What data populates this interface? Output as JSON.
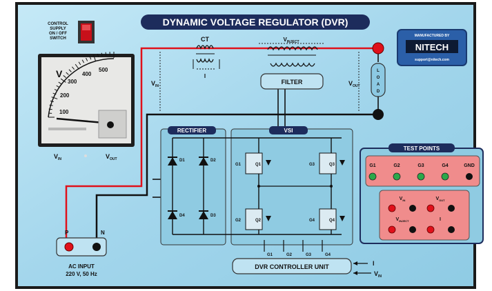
{
  "panel": {
    "title": "DYNAMIC VOLTAGE REGULATOR (DVR)",
    "switch_label": [
      "CONTROL",
      "SUPPLY",
      "ON / OFF",
      "SWITCH"
    ],
    "manufacturer": {
      "line1": "MANUFACTURED BY",
      "logo": "NITECH",
      "line3": "support@nitech.com"
    }
  },
  "meter": {
    "unit": "V",
    "scale": [
      "100",
      "200",
      "300",
      "400",
      "500"
    ],
    "left_label": "V",
    "left_sub": "IN",
    "right_label": "V",
    "right_sub": "OUT"
  },
  "circuit": {
    "ct_label": "CT",
    "i_label": "I",
    "vinject": "V",
    "vinject_sub": "INJECT",
    "filter_label": "FILTER",
    "vin": "V",
    "vin_sub": "IN",
    "vout": "V",
    "vout_sub": "OUT",
    "load_letters": [
      "L",
      "O",
      "A",
      "D"
    ],
    "rectifier_label": "RECTIFIER",
    "vsi_label": "VSI",
    "diodes": [
      "D1",
      "D2",
      "D3",
      "D4"
    ],
    "switches": [
      "Q1",
      "Q2",
      "Q3",
      "Q4"
    ],
    "gates": [
      "G1",
      "G2",
      "G3",
      "G4"
    ],
    "controller_label": "DVR CONTROLLER UNIT",
    "controller_inputs": [
      "G1",
      "G2",
      "G3",
      "G4"
    ],
    "controller_side_i": "I",
    "controller_side_vin": "V",
    "controller_side_vin_sub": "IN"
  },
  "ac_input": {
    "p": "P",
    "n": "N",
    "line1": "AC INPUT",
    "line2": "220 V, 50 Hz"
  },
  "test_points": {
    "title": "TEST POINTS",
    "gates": [
      "G1",
      "G2",
      "G3",
      "G4",
      "GND"
    ],
    "measure": [
      {
        "label": "V",
        "sub": "IN"
      },
      {
        "label": "V",
        "sub": "OUT"
      },
      {
        "label": "V",
        "sub": "INJECT"
      },
      {
        "label": "I",
        "sub": ""
      }
    ]
  },
  "colors": {
    "panel_bg": "#a9dbef",
    "wire_red": "#e0101a",
    "wire_black": "#111111",
    "test_red": "#f08c8c",
    "socket_green": "#2ca84a",
    "socket_red": "#e0101a"
  }
}
